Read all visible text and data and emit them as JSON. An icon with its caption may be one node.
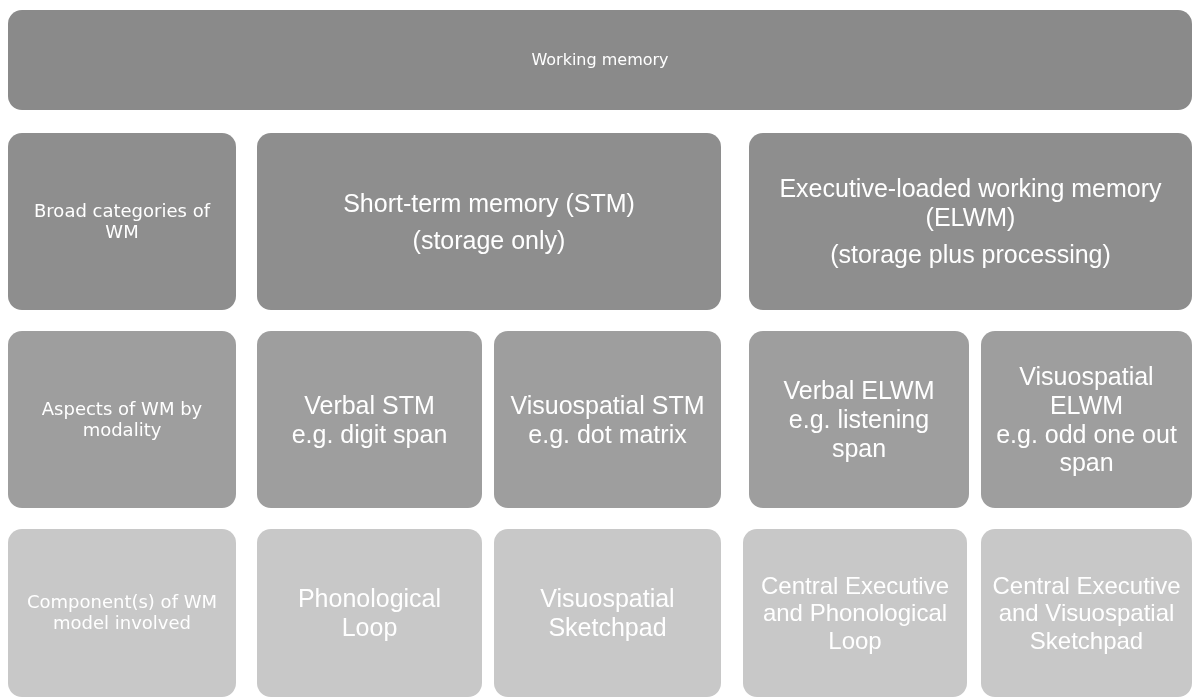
{
  "diagram": {
    "nodes": [
      {
        "text": [
          "Working memory"
        ]
      },
      {
        "text": [
          "Broad categories of WM"
        ]
      },
      {
        "text": [
          "Short-term memory (STM)",
          "(storage only)"
        ]
      },
      {
        "text": [
          "Executive-loaded working memory (ELWM)",
          "(storage plus processing)"
        ]
      },
      {
        "text": [
          "Aspects of WM by modality"
        ]
      },
      {
        "text": [
          "Verbal STM",
          "e.g. digit span"
        ]
      },
      {
        "text": [
          "Visuospatial STM",
          "e.g. dot matrix"
        ]
      },
      {
        "text": [
          "Verbal ELWM",
          "e.g. listening span"
        ]
      },
      {
        "text": [
          "Visuospatial ELWM",
          "e.g. odd one out span"
        ]
      },
      {
        "text": [
          "Component(s) of WM model involved"
        ]
      },
      {
        "text": [
          "Phonological Loop"
        ]
      },
      {
        "text": [
          "Visuospatial Sketchpad"
        ]
      },
      {
        "text": [
          "Central Executive and Phonological Loop"
        ]
      },
      {
        "text": [
          "Central Executive and Visuospatial Sketchpad"
        ]
      }
    ]
  }
}
